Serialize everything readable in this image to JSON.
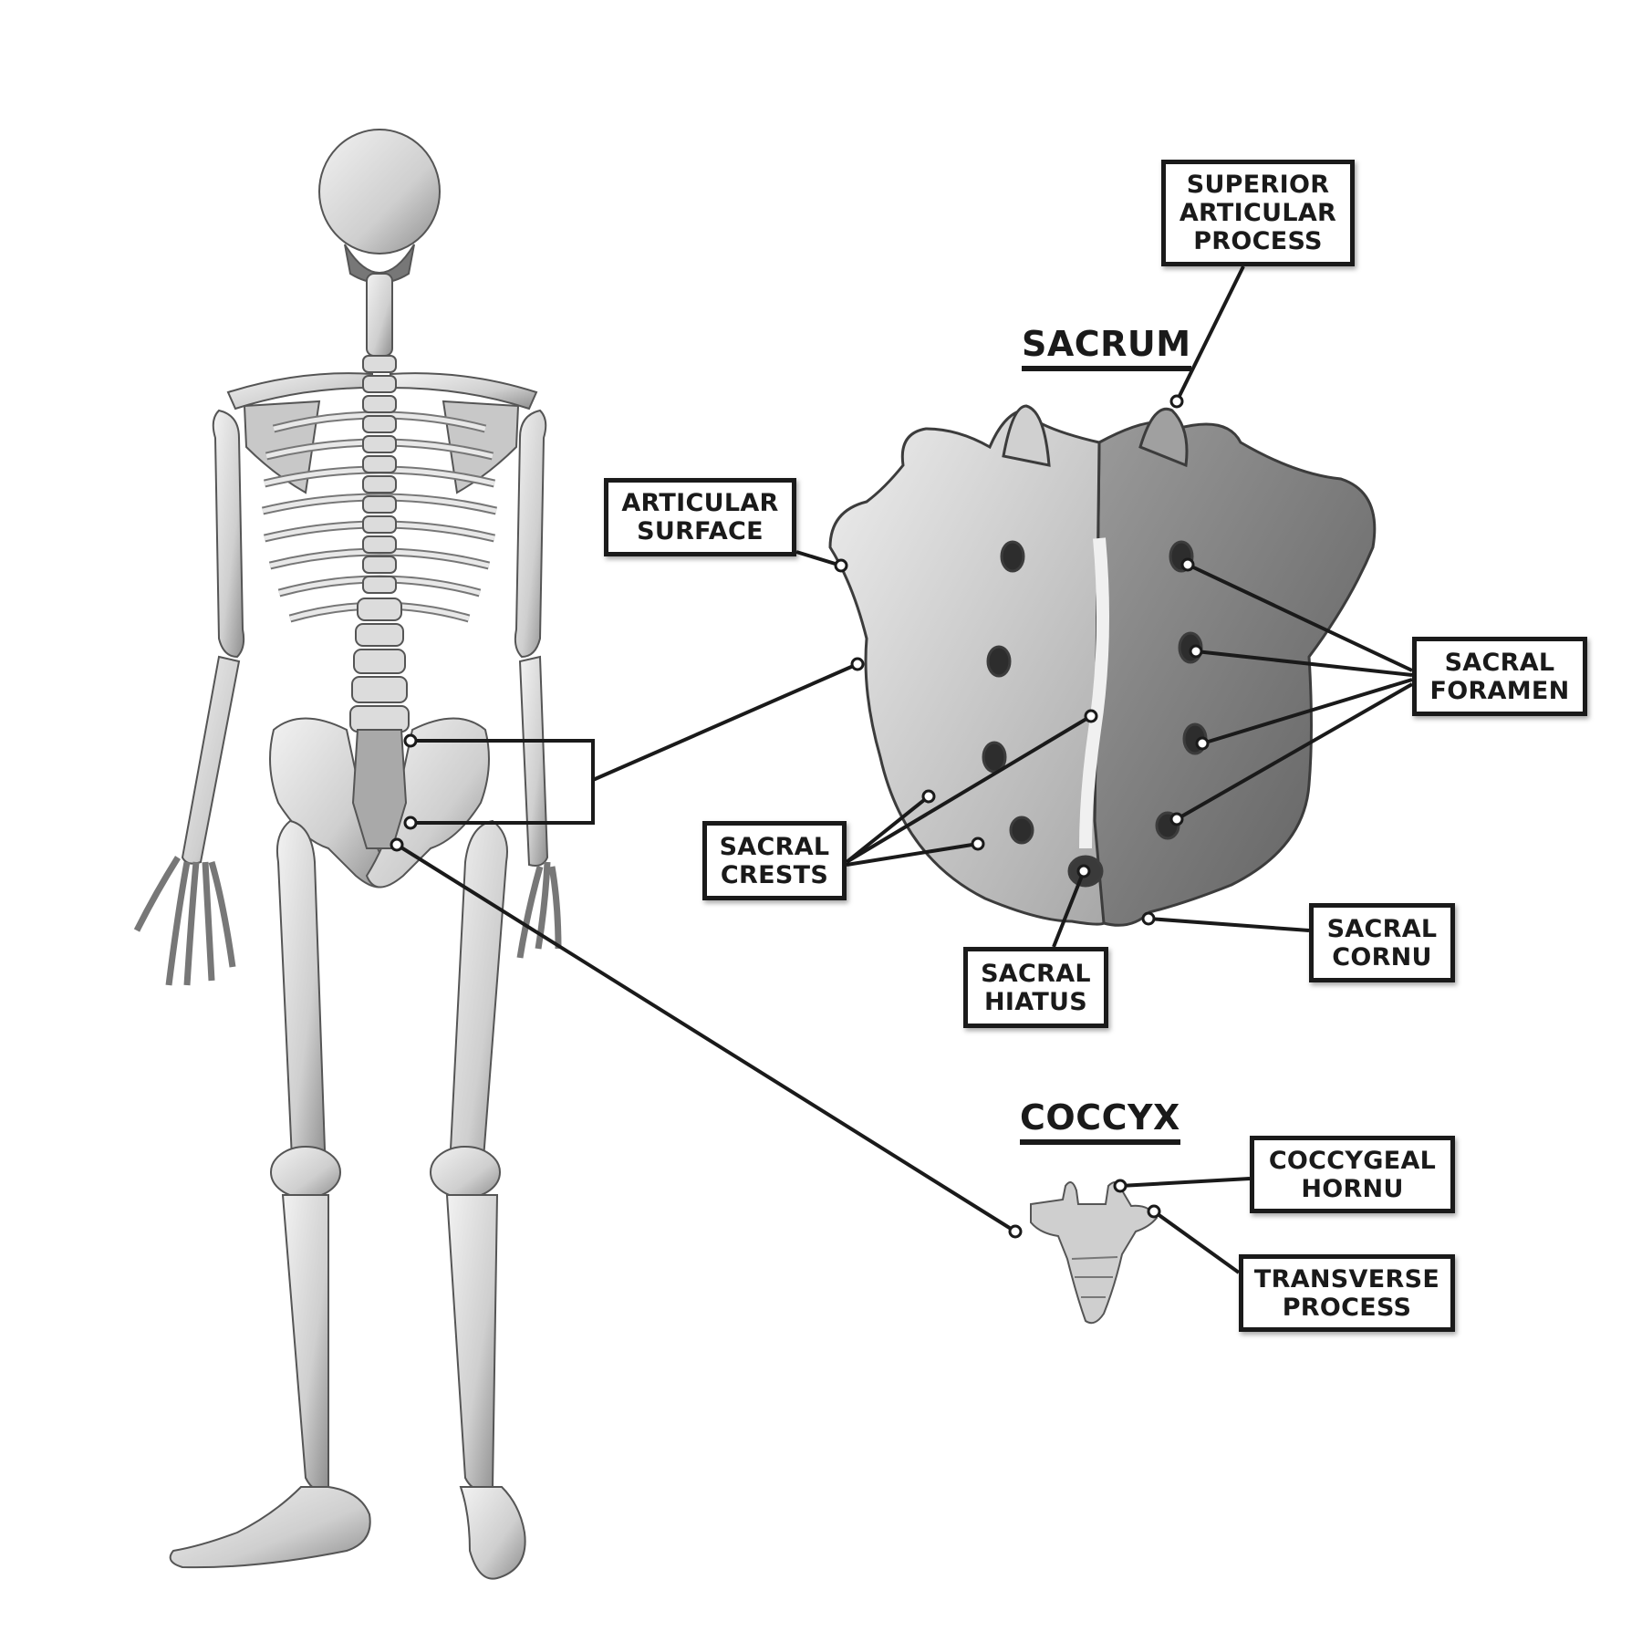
{
  "figure": {
    "subject": "Posterior view of human skeleton with sacrum and coccyx detail",
    "colors": {
      "ink": "#1a1a1a",
      "bone_light": "#e6e6e6",
      "bone_mid": "#b5b5b5",
      "bone_dark": "#6e6e6e",
      "background": "#ffffff"
    }
  },
  "sections": {
    "sacrum": {
      "title": "SACRUM"
    },
    "coccyx": {
      "title": "COCCYX"
    }
  },
  "labels": {
    "superior_articular_process": {
      "lines": [
        "SUPERIOR",
        "ARTICULAR",
        "PROCESS"
      ]
    },
    "articular_surface": {
      "lines": [
        "ARTICULAR",
        "SURFACE"
      ]
    },
    "sacral_foramen": {
      "lines": [
        "SACRAL",
        "FORAMEN"
      ]
    },
    "sacral_crests": {
      "lines": [
        "SACRAL",
        "CRESTS"
      ]
    },
    "sacral_hiatus": {
      "lines": [
        "SACRAL",
        "HIATUS"
      ]
    },
    "sacral_cornu": {
      "lines": [
        "SACRAL",
        "CORNU"
      ]
    },
    "coccygeal_hornu": {
      "lines": [
        "COCCYGEAL",
        "HORNU"
      ]
    },
    "transverse_process": {
      "lines": [
        "TRANSVERSE",
        "PROCESS"
      ]
    }
  }
}
